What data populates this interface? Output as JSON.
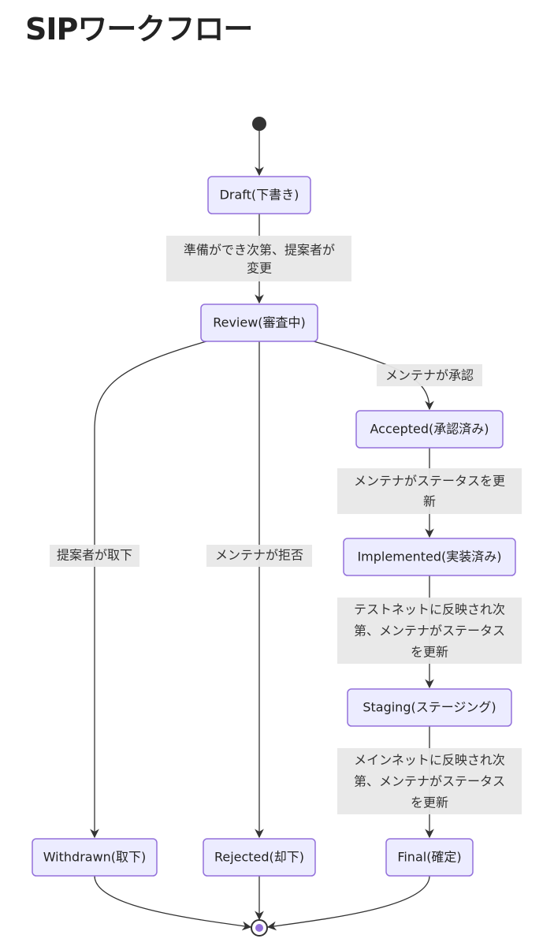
{
  "title": "SIPワークフロー",
  "states": {
    "draft": "Draft(下書き)",
    "review": "Review(審査中)",
    "accepted": "Accepted(承認済み)",
    "implemented": "Implemented(実装済み)",
    "staging": "Staging(ステージング)",
    "withdrawn": "Withdrawn(取下)",
    "rejected": "Rejected(却下)",
    "final": "Final(確定)"
  },
  "transitions": {
    "draft_review": [
      "準備ができ次第、提案者が",
      "変更"
    ],
    "review_accepted": [
      "メンテナが承認"
    ],
    "accepted_implemented": [
      "メンテナがステータスを更",
      "新"
    ],
    "implemented_staging": [
      "テストネットに反映され次",
      "第、メンテナがステータス",
      "を更新"
    ],
    "staging_final": [
      "メインネットに反映され次",
      "第、メンテナがステータス",
      "を更新"
    ],
    "review_withdrawn": [
      "提案者が取下"
    ],
    "review_rejected": [
      "メンテナが拒否"
    ]
  }
}
